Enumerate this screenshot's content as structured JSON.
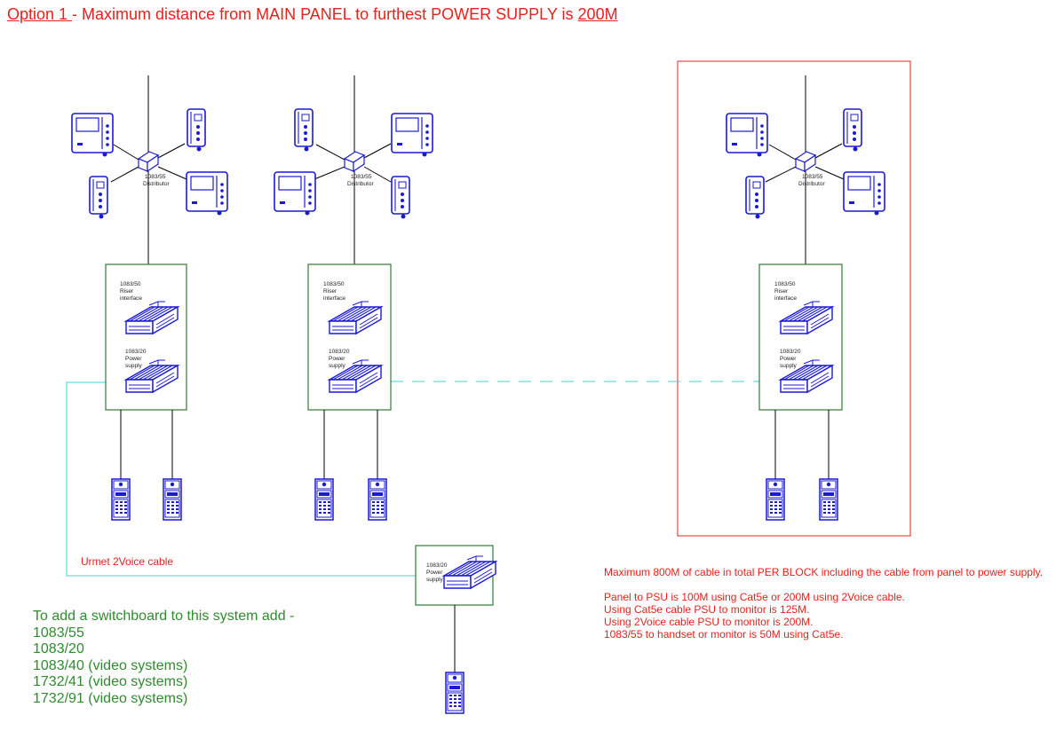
{
  "title": {
    "prefix": "Option 1 ",
    "text": "- Maximum distance from MAIN PANEL to furthest POWER SUPPLY is ",
    "distance": "200M"
  },
  "labels": {
    "distributor_code": "1083/55",
    "distributor_name": "Distributor",
    "riser_code": "1083/50",
    "riser_line1": "Riser",
    "riser_line2": "interface",
    "psu_code": "1083/20",
    "psu_line1": "Power",
    "psu_line2": "supply"
  },
  "cable_label": "Urmet 2Voice cable",
  "switchboard": {
    "heading": "To add a switchboard to this system add -",
    "items": [
      "1083/55",
      "1083/20",
      "1083/40 (video systems)",
      "1732/41 (video systems)",
      "1732/91 (video systems)"
    ]
  },
  "notes": {
    "total": "Maximum 800M of cable in total PER BLOCK including the cable from panel to power supply.",
    "lines": [
      "Panel to PSU is 100M using Cat5e or 200M using 2Voice cable.",
      "Using Cat5e cable PSU to monitor is 125M.",
      "Using 2Voice cable PSU to monitor is 200M.",
      "1083/55 to handset or monitor is 50M using Cat5e."
    ]
  },
  "colors": {
    "title": "#e8211d",
    "device": "#1a1ad6",
    "box": "#2e7d32",
    "cable": "#3cd6cf",
    "highlight": "#e8211d",
    "switchboard_text": "#2e8b2e"
  },
  "icons": [
    "video-monitor-icon",
    "handset-icon",
    "distributor-icon",
    "din-module-icon",
    "door-panel-icon"
  ]
}
